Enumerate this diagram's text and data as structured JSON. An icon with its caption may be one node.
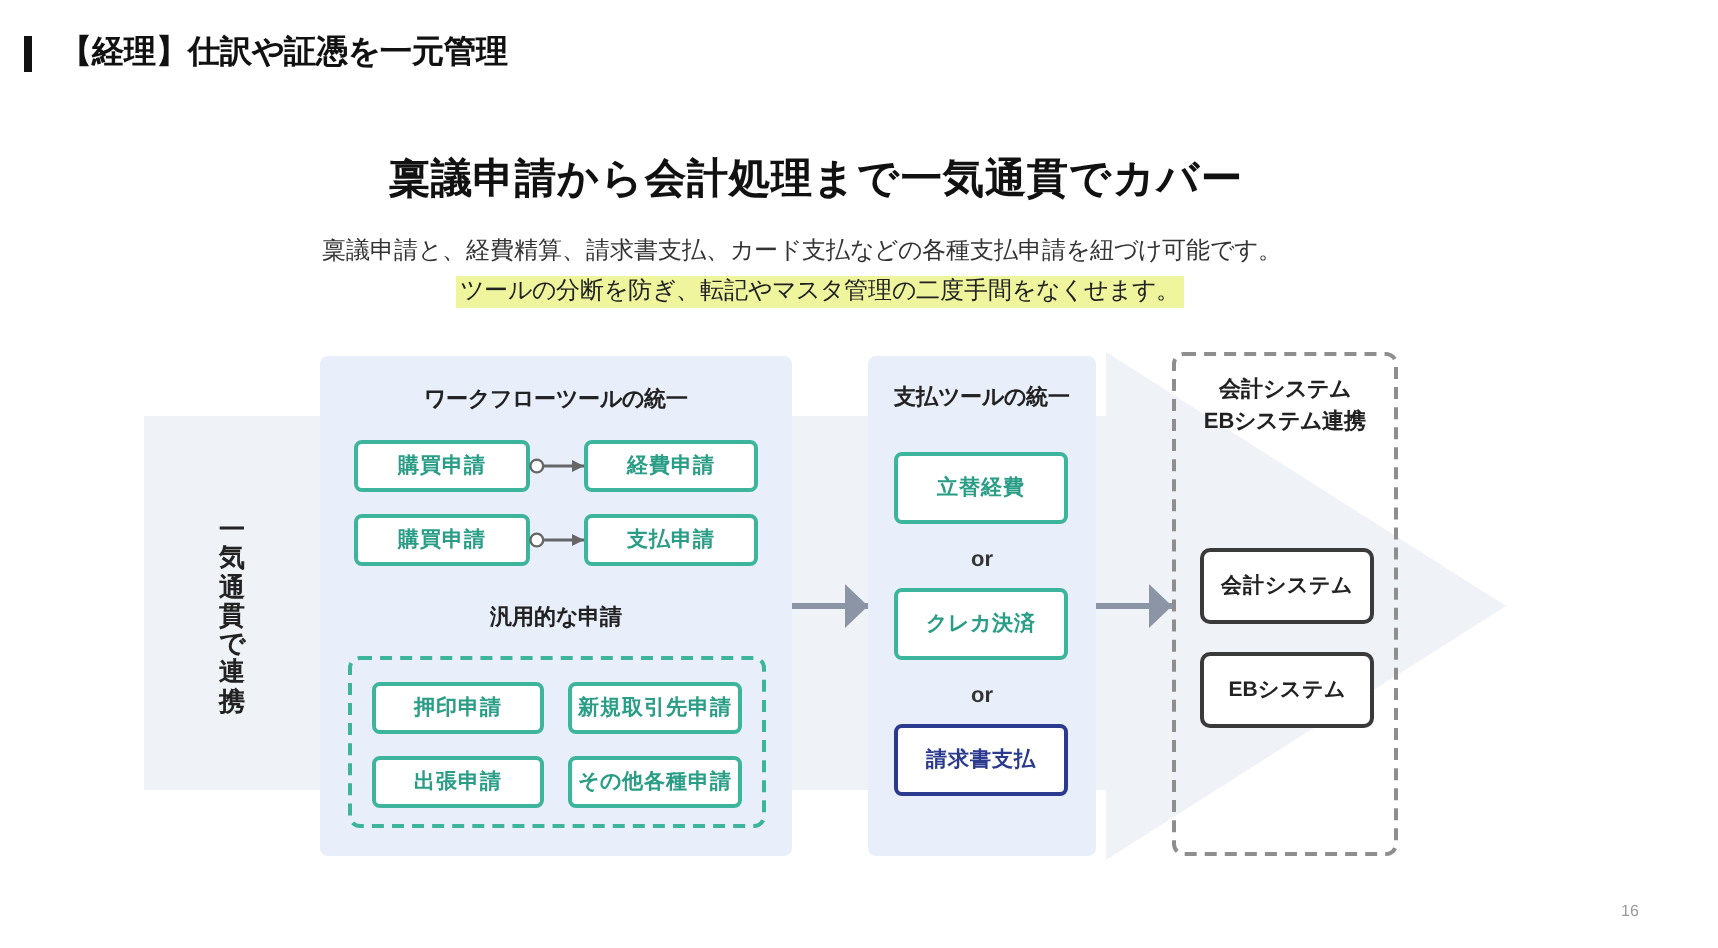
{
  "diagram": {
    "title": "稟議申請から会計処理まで一気通貫でカバー",
    "nodes": [
      {
        "text": [
          "ワークフローツールの統一",
          "汎用的な申請"
        ]
      },
      {
        "text": [
          "購買申請"
        ],
        "in": 0
      },
      {
        "text": [
          "経費申請"
        ],
        "in": 0
      },
      {
        "text": [
          "購買申請"
        ],
        "in": 0
      },
      {
        "text": [
          "支払申請"
        ],
        "in": 0
      },
      {
        "text": [],
        "shape": "box",
        "in": 0
      },
      {
        "text": [
          "押印申請"
        ],
        "in": 5
      },
      {
        "text": [
          "新規取引先申請"
        ],
        "in": 5
      },
      {
        "text": [
          "出張申請"
        ],
        "in": 5
      },
      {
        "text": [
          "その他各種申請"
        ],
        "in": 5
      },
      {
        "text": [
          "支払ツールの統一"
        ]
      },
      {
        "text": [
          "立替経費"
        ],
        "in": 10
      },
      {
        "text": [
          "クレカ決済"
        ],
        "in": 10
      },
      {
        "text": [
          "請求書支払"
        ],
        "in": 10
      },
      {
        "text": [
          "会計システム EBシステム連携"
        ]
      },
      {
        "text": [
          "会計システム"
        ],
        "in": 14
      },
      {
        "text": [
          "EBシステム"
        ],
        "in": 14
      }
    ],
    "edges": [
      {
        "from": 1,
        "to": 2,
        "arrow": "to"
      },
      {
        "from": 3,
        "to": 4,
        "arrow": "to"
      },
      {
        "from": 0,
        "to": 10,
        "arrow": "to",
        "style": "thick",
        "color": "#8b95a5"
      },
      {
        "from": 10,
        "to": 14,
        "arrow": "to",
        "style": "thick",
        "color": "#8b95a5"
      }
    ],
    "labels": [
      "【経理】仕訳や証憑を一元管理",
      "稟議申請と、経費精算、請求書支払、カード支払などの各種支払申請を紐づけ可能です。",
      "ツールの分断を防ぎ、転記やマスタ管理の二度手間をなくせます。",
      "一気通貫で連携",
      "or",
      "or",
      "16"
    ]
  }
}
